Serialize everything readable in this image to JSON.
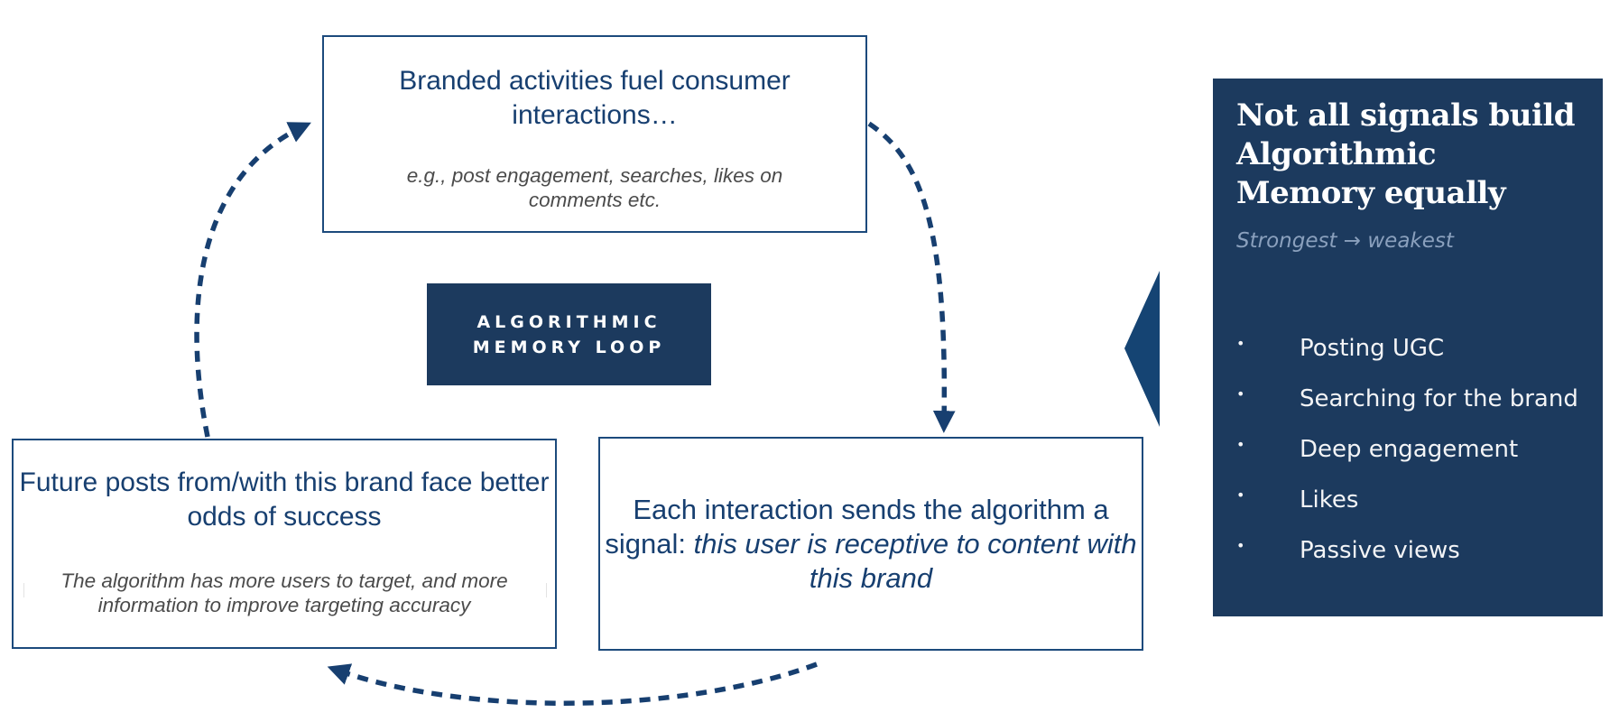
{
  "colors": {
    "primary_navy": "#1c3a5e",
    "box_border": "#1c4a7c",
    "title_text": "#173f70",
    "subtitle_text": "#4b4b4b",
    "arrow": "#173f70",
    "panel_subtitle": "#8aa0bd"
  },
  "diagram": {
    "center_label": {
      "line1": "ALGORITHMIC",
      "line2": "MEMORY LOOP"
    },
    "steps": [
      {
        "title": "Branded activities fuel consumer interactions…",
        "subtitle": "e.g., post engagement, searches, likes on comments etc."
      },
      {
        "title_plain": "Each interaction sends the algorithm a signal: ",
        "title_italic": "this user is receptive to content with this brand"
      },
      {
        "title": "Future posts from/with this brand face better odds of success",
        "subtitle": "The algorithm has more users to target, and more information to improve targeting accuracy"
      }
    ],
    "arrows": [
      {
        "from": "step-1",
        "to": "step-2",
        "style": "dashed"
      },
      {
        "from": "step-2",
        "to": "step-3",
        "style": "dashed"
      },
      {
        "from": "step-3",
        "to": "step-1",
        "style": "dashed"
      }
    ]
  },
  "side_panel": {
    "title": "Not all signals build Algorithmic Memory equally",
    "subtitle": "Strongest → weakest",
    "bullet_glyph": "•",
    "items": [
      "Posting UGC",
      "Searching for the brand",
      "Deep engagement",
      "Likes",
      "Passive views"
    ]
  }
}
